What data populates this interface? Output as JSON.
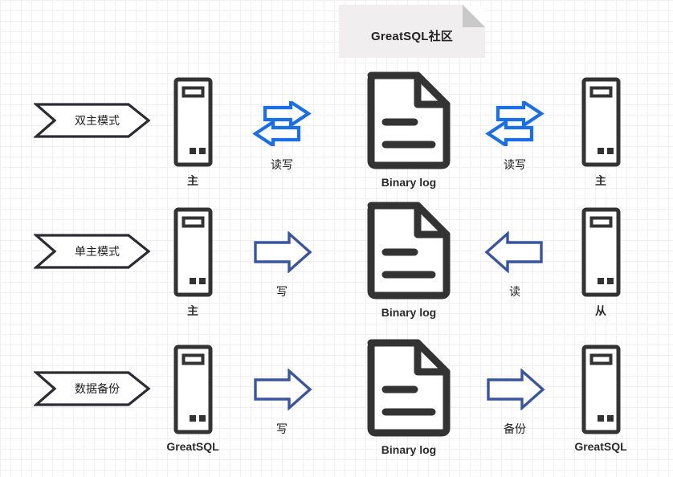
{
  "note": {
    "title": "GreatSQL社区"
  },
  "colors": {
    "grid_minor": "#f0f0f0",
    "grid_major": "#e2e2e2",
    "note_bg": "#f0eeee",
    "icon_dark": "#333333",
    "exchange_arrow": "#1a6ee8",
    "single_arrow": "#3a559f",
    "text": "#1b1b1b"
  },
  "rows": [
    {
      "banner": "双主模式",
      "left_node": {
        "icon": "server-icon",
        "caption": "主"
      },
      "left_arrow": {
        "icon": "exchange-arrow-icon",
        "label": "读写",
        "direction": "both"
      },
      "center_node": {
        "icon": "document-icon",
        "caption": "Binary log"
      },
      "right_arrow": {
        "icon": "exchange-arrow-icon",
        "label": "读写",
        "direction": "both"
      },
      "right_node": {
        "icon": "server-icon",
        "caption": "主"
      }
    },
    {
      "banner": "单主模式",
      "left_node": {
        "icon": "server-icon",
        "caption": "主"
      },
      "left_arrow": {
        "icon": "arrow-right-icon",
        "label": "写",
        "direction": "right"
      },
      "center_node": {
        "icon": "document-icon",
        "caption": "Binary log"
      },
      "right_arrow": {
        "icon": "arrow-left-icon",
        "label": "读",
        "direction": "left"
      },
      "right_node": {
        "icon": "server-icon",
        "caption": "从"
      }
    },
    {
      "banner": "数据备份",
      "left_node": {
        "icon": "server-icon",
        "caption": "GreatSQL"
      },
      "left_arrow": {
        "icon": "arrow-right-icon",
        "label": "写",
        "direction": "right"
      },
      "center_node": {
        "icon": "document-icon",
        "caption": "Binary log"
      },
      "right_arrow": {
        "icon": "arrow-right-icon",
        "label": "备份",
        "direction": "right"
      },
      "right_node": {
        "icon": "server-icon",
        "caption": "GreatSQL"
      }
    }
  ]
}
